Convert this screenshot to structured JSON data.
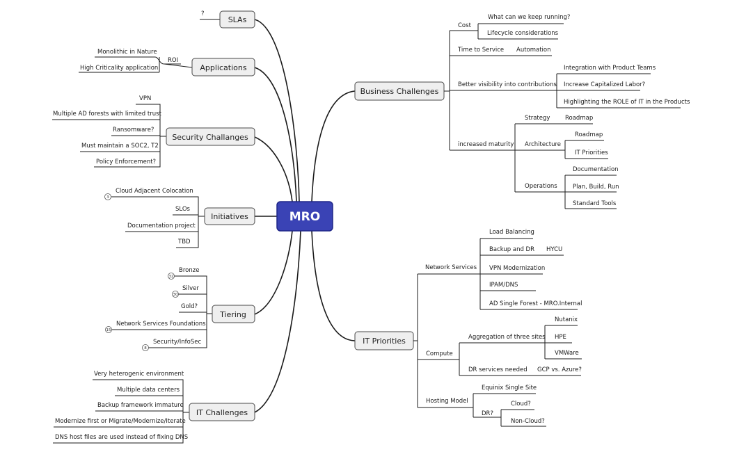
{
  "root": "MRO",
  "branches": {
    "slas": {
      "label": "SLAs",
      "children": [
        "?"
      ]
    },
    "applications": {
      "label": "Applications",
      "roi": "ROI",
      "roi_children": [
        "Monolithic in Nature",
        "High Criticality application"
      ]
    },
    "security": {
      "label": "Security Challanges",
      "children": [
        "VPN",
        "Multiple AD forests with limited trust",
        "Ransomware?",
        "Must maintain a SOC2, T2",
        "Policy Enforcement?"
      ]
    },
    "initiatives": {
      "label": "Initiatives",
      "children": [
        "Cloud Adjacent Colocation",
        "SLOs",
        "Documentation project",
        "TBD"
      ],
      "badges": [
        "3"
      ]
    },
    "tiering": {
      "label": "Tiering",
      "children": [
        "Bronze",
        "Silver",
        "Gold?",
        "Network Services Foundations",
        "Security/InfoSec"
      ],
      "badges": [
        "32",
        "30",
        "15",
        "8"
      ]
    },
    "it_challenges": {
      "label": "IT Challenges",
      "children": [
        "Very heterogenic environment",
        "Multiple data centers",
        "Backup framework immature",
        "Modernize first or Migrate/Modernize/Iterate",
        "DNS host files are used instead of fixing DNS"
      ]
    },
    "business": {
      "label": "Business Challenges",
      "cost": "Cost",
      "cost_children": [
        "What can we keep running?",
        "Lifecycle considerations"
      ],
      "time": "Time to Service",
      "automation": "Automation",
      "visibility": "Better visibility into contributions",
      "visibility_children": [
        "Integration with Product Teams",
        "Increase Capitalized Labor?",
        "Highlighting the ROLE of IT in the Products"
      ],
      "maturity": "increased maturity",
      "strategy": "Strategy",
      "strategy_child": "Roadmap",
      "architecture": "Architecture",
      "architecture_children": [
        "Roadmap",
        "IT Priorities"
      ],
      "operations": "Operations",
      "operations_children": [
        "Documentation",
        "Plan, Build, Run",
        "Standard Tools"
      ]
    },
    "it_priorities": {
      "label": "IT Priorities",
      "network": "Network Services",
      "network_children": [
        "Load Balancing",
        "Backup and DR",
        "VPN Modernization",
        "IPAM/DNS",
        "AD Single Forest - MRO.Internal"
      ],
      "hycu": "HYCU",
      "compute": "Compute",
      "aggregation": "Aggregation of three sites",
      "aggregation_children": [
        "Nutanix",
        "HPE",
        "VMWare"
      ],
      "dr_needed": "DR services needed",
      "gcp": "GCP vs. Azure?",
      "hosting": "Hosting Model",
      "equinix": "Equinix Single Site",
      "dr": "DR?",
      "dr_children": [
        "Cloud?",
        "Non-Cloud?"
      ]
    }
  },
  "colors": {
    "root_fill": "#3a43b5",
    "root_stroke": "#1f2688",
    "branch_fill": "#efefef",
    "branch_stroke": "#4a4a4a",
    "line": "#1a1a1a"
  }
}
